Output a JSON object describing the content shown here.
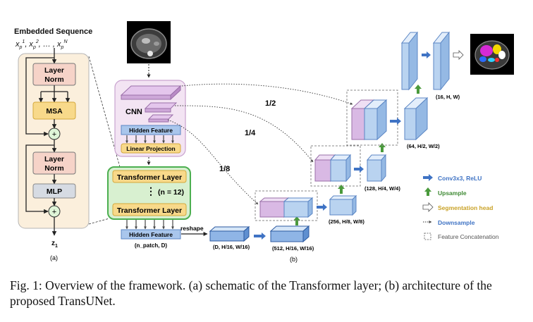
{
  "colors": {
    "panel_a_bg": "#fbefdc",
    "norm_box": "#f6d3c8",
    "msa_box": "#f8d98a",
    "mlp_box": "#d6dbe3",
    "cnn_bg": "#f3e4f3",
    "cnn_border": "#c9a3cf",
    "hidden_feature": "#a9c6ec",
    "linear_projection": "#f8d98a",
    "transformer_bg": "#d8f0d0",
    "transformer_border": "#4caf50",
    "transformer_layer": "#f8d98a",
    "cube_blue": "#b9d3f0",
    "cube_purple": "#d9b9e4",
    "arrow_blue": "#3f73c4",
    "arrow_green": "#4a9a3c",
    "seg_head_text": "#c9a227",
    "downsample_text": "#3f73c4"
  },
  "panel_a": {
    "title": "Embedded Sequence",
    "input_math": "x",
    "input_math_rest": ", x",
    "input_math_tail": ", … , x",
    "sub_p": "p",
    "sup_1": "1",
    "sup_2": "2",
    "sup_N": "N",
    "layer_norm_1": [
      "Layer",
      "Norm"
    ],
    "msa": "MSA",
    "layer_norm_2": [
      "Layer",
      "Norm"
    ],
    "mlp": "MLP",
    "plus": "+",
    "output": "z",
    "output_sub": "1",
    "label": "(a)"
  },
  "panel_b": {
    "cnn_label": "CNN",
    "hidden_feature_top": "Hidden Feature",
    "linear_projection": "Linear Projection",
    "transformer_layer_1": "Transformer Layer",
    "transformer_repeat": "(n = 12)",
    "transformer_layer_2": "Transformer Layer",
    "hidden_feature_bottom": "Hidden Feature",
    "hidden_feature_dims": "(n_patch, D)",
    "reshape": "reshape",
    "dim_d": "(D, H/16, W/16)",
    "dim_512": "(512, H/16, W/16)",
    "dim_256": "(256, H/8, W/8)",
    "dim_128": "(128, H/4, W/4)",
    "dim_64": "(64, H/2, W/2)",
    "dim_16": "(16, H, W)",
    "skip_1_2": "1/2",
    "skip_1_4": "1/4",
    "skip_1_8": "1/8",
    "label": "(b)"
  },
  "legend": {
    "conv": "Conv3x3, ReLU",
    "upsample": "Upsample",
    "seg_head": "Segmentation head",
    "downsample": "Downsample",
    "concat": "Feature Concatenation"
  },
  "caption": "Fig. 1: Overview of the framework. (a) schematic of the Transformer layer; (b) architecture of the proposed TransUNet."
}
